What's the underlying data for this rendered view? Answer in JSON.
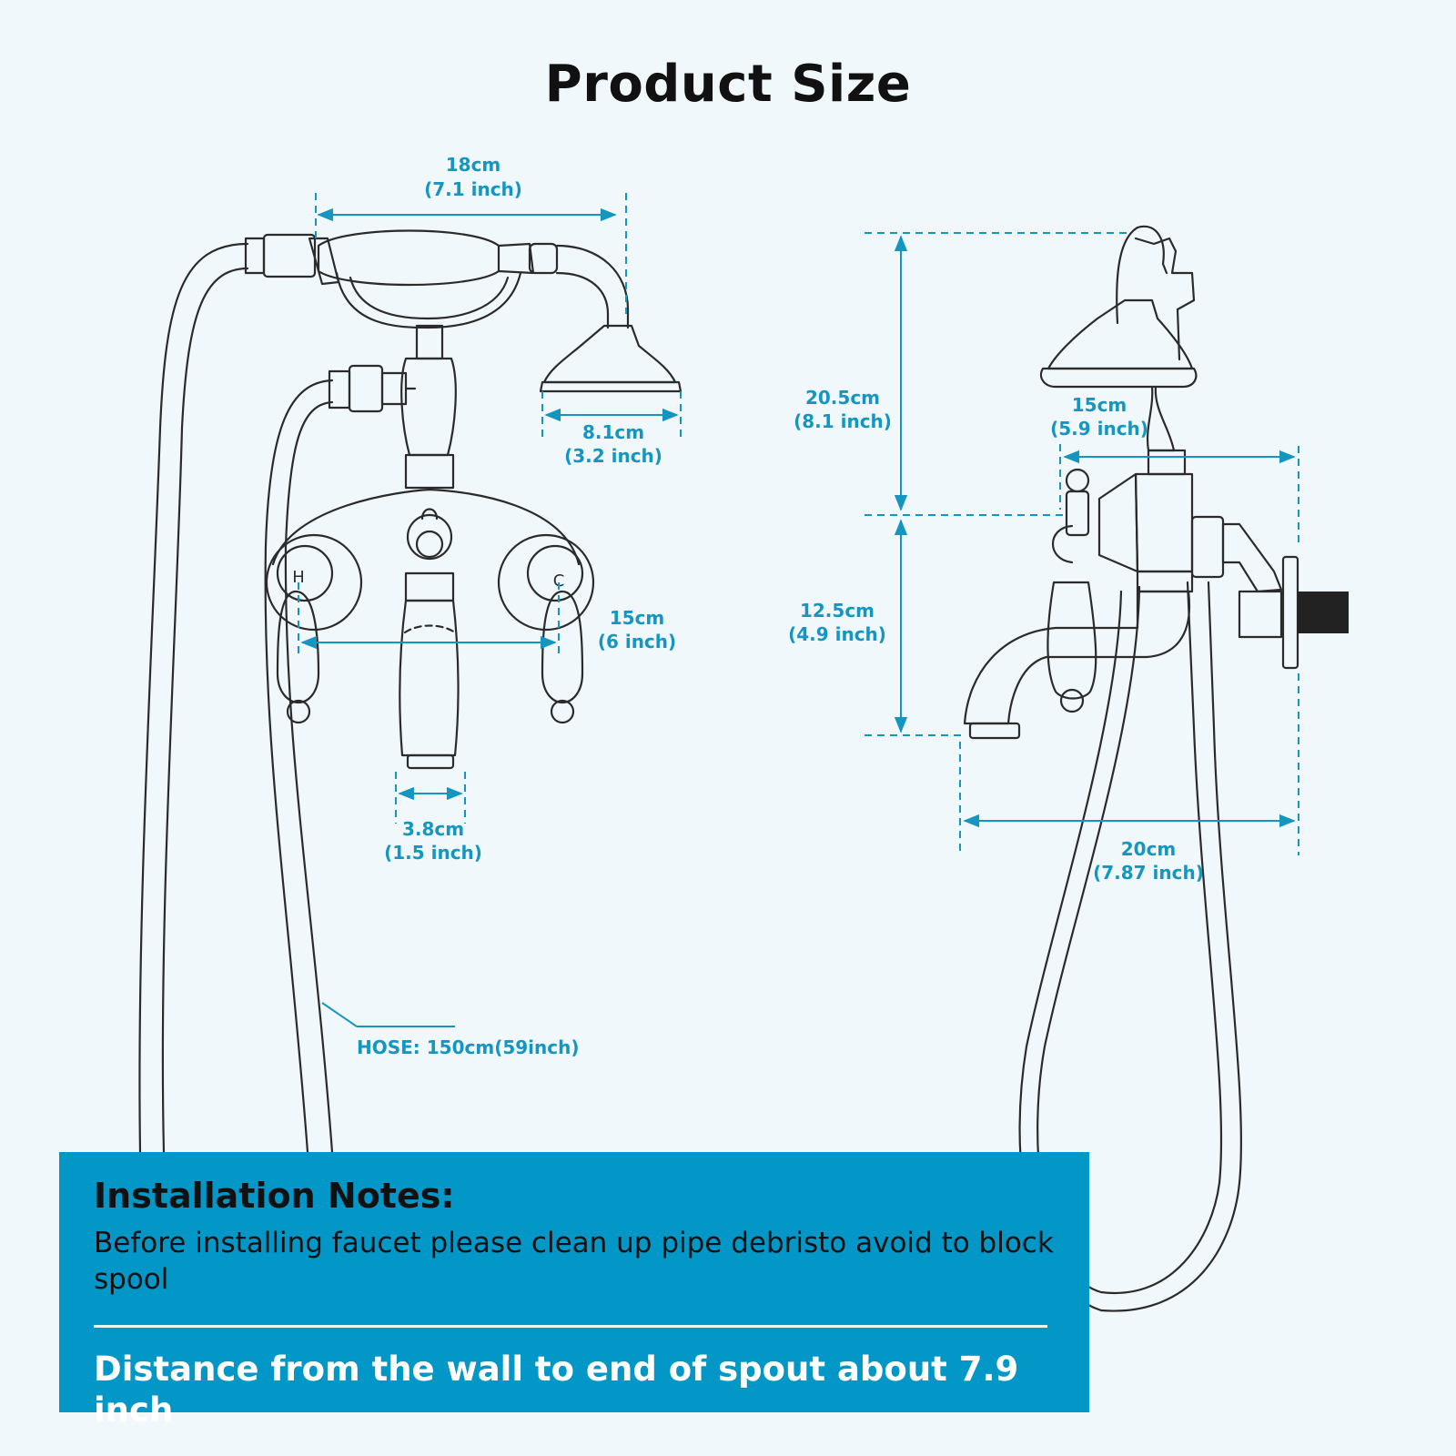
{
  "title": "Product Size",
  "front_view": {
    "handshower_width": {
      "cm": "18cm",
      "inch": "(7.1 inch)"
    },
    "shower_head_diameter": {
      "cm": "8.1cm",
      "inch": "(3.2 inch)"
    },
    "handle_spacing": {
      "cm": "15cm",
      "inch": "(6 inch)"
    },
    "spout_outlet": {
      "cm": "3.8cm",
      "inch": "(1.5 inch)"
    },
    "hose": "HOSE: 150cm(59inch)",
    "hot_mark": "H",
    "cold_mark": "C"
  },
  "side_view": {
    "upper_height": {
      "cm": "20.5cm",
      "inch": "(8.1 inch)"
    },
    "lower_height": {
      "cm": "12.5cm",
      "inch": "(4.9 inch)"
    },
    "body_depth": {
      "cm": "15cm",
      "inch": "(5.9 inch)"
    },
    "total_reach": {
      "cm": "20cm",
      "inch": "(7.87 inch)"
    }
  },
  "notes": {
    "heading": "Installation Notes:",
    "body": "Before installing faucet please clean up pipe debristo avoid to block spool",
    "distance": "Distance from the wall to end of spout about 7.9 inch"
  },
  "colors": {
    "accent": "#1596c1",
    "panel": "#0297c6",
    "background": "#f1f8fb"
  }
}
